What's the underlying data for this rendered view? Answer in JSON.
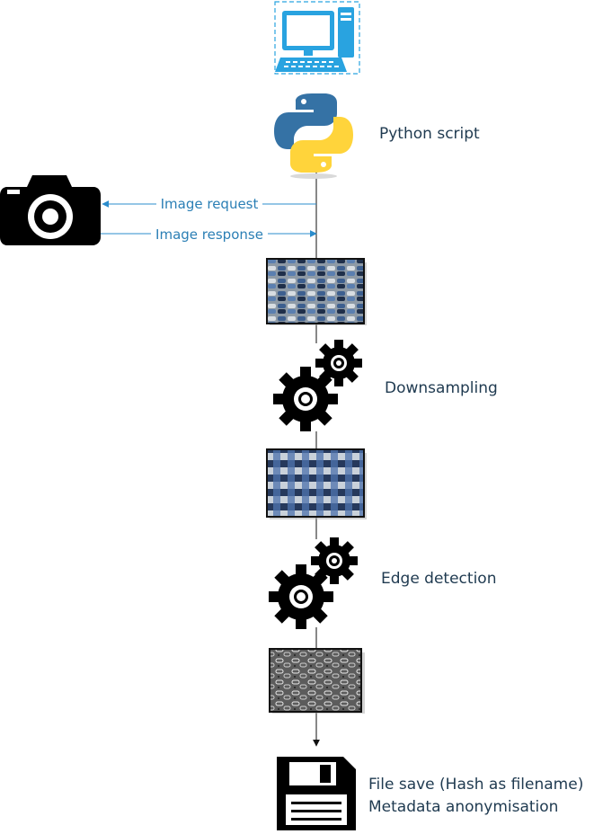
{
  "nodes": {
    "python": {
      "label": "Python script"
    },
    "downsampling": {
      "label": "Downsampling"
    },
    "edge_detection": {
      "label": "Edge detection"
    },
    "file_save": {
      "line1": "File save (Hash as filename)",
      "line2": "Metadata anonymisation"
    }
  },
  "arrows": {
    "image_request": "Image request",
    "image_response": "Image response"
  },
  "icons": {
    "computer": "computer-icon",
    "python": "python-logo",
    "camera": "camera-icon",
    "gears": "gears-icon",
    "save": "floppy-disk-icon"
  },
  "colors": {
    "accent_blue": "#29a3e0",
    "arrow_blue": "#2b8ccc",
    "label_text": "#1f3a50",
    "python_blue": "#3572a5",
    "python_yellow": "#ffd43b"
  }
}
